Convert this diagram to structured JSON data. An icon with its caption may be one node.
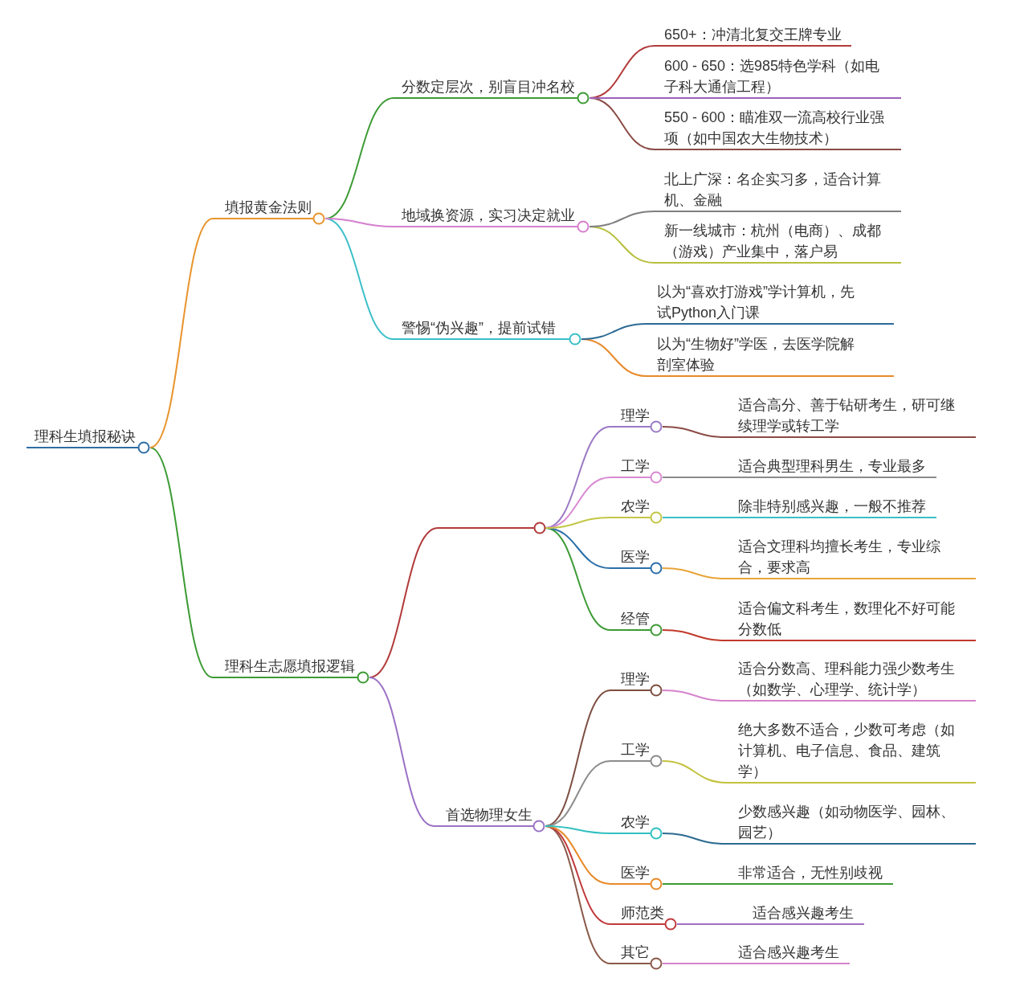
{
  "diagram": {
    "nodes": [
      {
        "text": [
          "理科生填报秘诀"
        ]
      },
      {
        "text": [
          "填报黄金法则"
        ]
      },
      {
        "text": [
          "分数定层次，别盲目冲名校"
        ]
      },
      {
        "text": [
          "650+：冲清北复交王牌专业"
        ]
      },
      {
        "text": [
          "600 - 650：选985特色学科（如电子科大通信工程）"
        ]
      },
      {
        "text": [
          "550 - 600：瞄准双一流高校行业强项（如中国农大生物技术）"
        ]
      },
      {
        "text": [
          "地域换资源，实习决定就业"
        ]
      },
      {
        "text": [
          "北上广深：名企实习多，适合计算机、金融"
        ]
      },
      {
        "text": [
          "新一线城市：杭州（电商）、成都（游戏）产业集中，落户易"
        ]
      },
      {
        "text": [
          "警惕“伪兴趣”，提前试错"
        ]
      },
      {
        "text": [
          "以为“喜欢打游戏”学计算机，先试Python入门课"
        ]
      },
      {
        "text": [
          "以为“生物好”学医，去医学院解剖室体验"
        ]
      },
      {
        "text": [
          "理科生志愿填报逻辑"
        ]
      },
      {
        "text": [],
        "shape": "circle"
      },
      {
        "text": [
          "理学"
        ]
      },
      {
        "text": [
          "适合高分、善于钻研考生，研可继续理学或转工学"
        ]
      },
      {
        "text": [
          "工学"
        ]
      },
      {
        "text": [
          "适合典型理科男生，专业最多"
        ]
      },
      {
        "text": [
          "农学"
        ]
      },
      {
        "text": [
          "除非特别感兴趣，一般不推荐"
        ]
      },
      {
        "text": [
          "医学"
        ]
      },
      {
        "text": [
          "适合文理科均擅长考生，专业综合，要求高"
        ]
      },
      {
        "text": [
          "经管"
        ]
      },
      {
        "text": [
          "适合偏文科考生，数理化不好可能分数低"
        ]
      },
      {
        "text": [
          "首选物理女生"
        ]
      },
      {
        "text": [
          "理学"
        ]
      },
      {
        "text": [
          "适合分数高、理科能力强少数考生（如数学、心理学、统计学）"
        ]
      },
      {
        "text": [
          "工学"
        ]
      },
      {
        "text": [
          "绝大多数不适合，少数可考虑（如计算机、电子信息、食品、建筑学）"
        ]
      },
      {
        "text": [
          "农学"
        ]
      },
      {
        "text": [
          "少数感兴趣（如动物医学、园林、园艺）"
        ]
      },
      {
        "text": [
          "医学"
        ]
      },
      {
        "text": [
          "非常适合，无性别歧视"
        ]
      },
      {
        "text": [
          "师范类"
        ]
      },
      {
        "text": [
          "适合感兴趣考生"
        ]
      },
      {
        "text": [
          "其它"
        ]
      },
      {
        "text": [
          "适合感兴趣考生"
        ]
      }
    ],
    "edges": [
      {
        "from": 0,
        "to": 1,
        "arrow": "none",
        "color": "#e8952e"
      },
      {
        "from": 0,
        "to": 12,
        "arrow": "none",
        "color": "#3d9b35"
      },
      {
        "from": 1,
        "to": 2,
        "arrow": "none",
        "color": "#3d9b35"
      },
      {
        "from": 1,
        "to": 6,
        "arrow": "none",
        "color": "#d57fcf"
      },
      {
        "from": 1,
        "to": 9,
        "arrow": "none",
        "color": "#3bbfc8"
      },
      {
        "from": 2,
        "to": 3,
        "arrow": "none",
        "color": "#b23a3a"
      },
      {
        "from": 2,
        "to": 4,
        "arrow": "none",
        "color": "#9b62b8"
      },
      {
        "from": 2,
        "to": 5,
        "arrow": "none",
        "color": "#8a4b45"
      },
      {
        "from": 6,
        "to": 7,
        "arrow": "none",
        "color": "#7f7f7f"
      },
      {
        "from": 6,
        "to": 8,
        "arrow": "none",
        "color": "#b7bf3c"
      },
      {
        "from": 9,
        "to": 10,
        "arrow": "none",
        "color": "#2c6a96"
      },
      {
        "from": 9,
        "to": 11,
        "arrow": "none",
        "color": "#e88a2a"
      },
      {
        "from": 12,
        "to": 13,
        "arrow": "none",
        "color": "#b23a3a"
      },
      {
        "from": 12,
        "to": 24,
        "arrow": "none",
        "color": "#9b72c6"
      },
      {
        "from": 13,
        "to": 14,
        "arrow": "none",
        "color": "#9b7ac4"
      },
      {
        "from": 13,
        "to": 16,
        "arrow": "none",
        "color": "#d88ad2"
      },
      {
        "from": 13,
        "to": 18,
        "arrow": "none",
        "color": "#c3c746"
      },
      {
        "from": 13,
        "to": 20,
        "arrow": "none",
        "color": "#2c6fa8"
      },
      {
        "from": 13,
        "to": 22,
        "arrow": "none",
        "color": "#3d9b35"
      },
      {
        "from": 14,
        "to": 15,
        "arrow": "none",
        "color": "#8a4b45"
      },
      {
        "from": 16,
        "to": 17,
        "arrow": "none",
        "color": "#8c8c8c"
      },
      {
        "from": 18,
        "to": 19,
        "arrow": "none",
        "color": "#3bbfc8"
      },
      {
        "from": 20,
        "to": 21,
        "arrow": "none",
        "color": "#e8a53a"
      },
      {
        "from": 22,
        "to": 23,
        "arrow": "none",
        "color": "#c0392b"
      },
      {
        "from": 24,
        "to": 25,
        "arrow": "none",
        "color": "#7d4f42"
      },
      {
        "from": 24,
        "to": 27,
        "arrow": "none",
        "color": "#8c8c8c"
      },
      {
        "from": 24,
        "to": 29,
        "arrow": "none",
        "color": "#32c0c0"
      },
      {
        "from": 24,
        "to": 31,
        "arrow": "none",
        "color": "#e88a2a"
      },
      {
        "from": 24,
        "to": 33,
        "arrow": "none",
        "color": "#c0393b"
      },
      {
        "from": 24,
        "to": 35,
        "arrow": "none",
        "color": "#8a5a4a"
      },
      {
        "from": 25,
        "to": 26,
        "arrow": "none",
        "color": "#d583cc"
      },
      {
        "from": 27,
        "to": 28,
        "arrow": "none",
        "color": "#c3c23e"
      },
      {
        "from": 29,
        "to": 30,
        "arrow": "none",
        "color": "#2c6a90"
      },
      {
        "from": 31,
        "to": 32,
        "arrow": "none",
        "color": "#3d9b35"
      },
      {
        "from": 33,
        "to": 34,
        "arrow": "none",
        "color": "#a070c4"
      },
      {
        "from": 35,
        "to": 36,
        "arrow": "none",
        "color": "#d583cc"
      }
    ]
  }
}
